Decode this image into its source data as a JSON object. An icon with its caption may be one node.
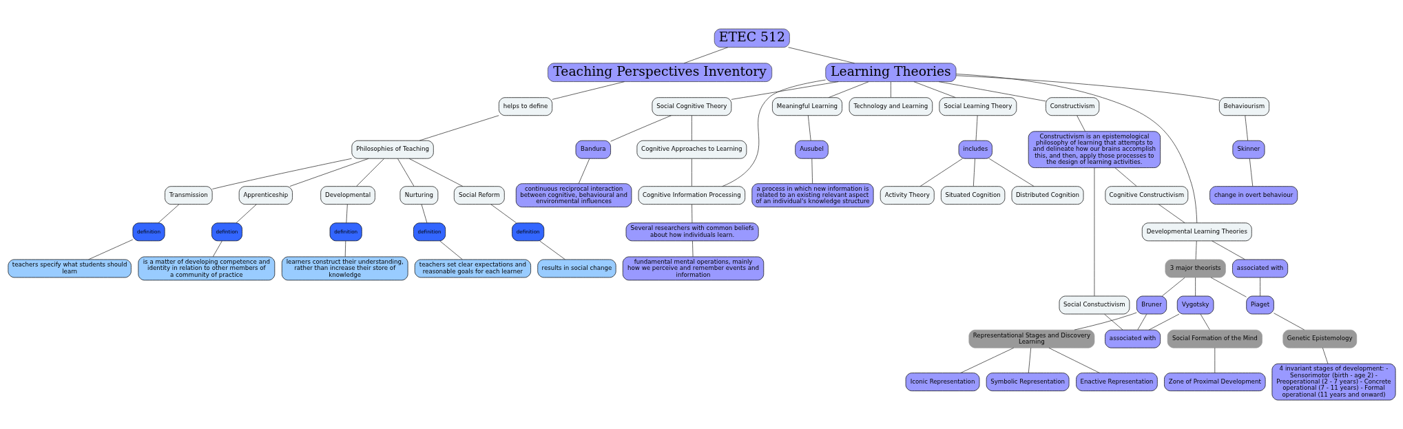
{
  "diagram": {
    "nodes": [
      {
        "text": [
          "ETEC 512"
        ]
      },
      {
        "text": [
          "Teaching Perspectives Inventory"
        ]
      },
      {
        "text": [
          "helps to define"
        ]
      },
      {
        "text": [
          "Philosophies of Teaching"
        ]
      },
      {
        "text": [
          "Transmission"
        ]
      },
      {
        "text": [
          "Apprenticeship"
        ]
      },
      {
        "text": [
          "Developmental"
        ]
      },
      {
        "text": [
          "Nurturing"
        ]
      },
      {
        "text": [
          "Social Reform"
        ]
      },
      {
        "text": [
          "definition"
        ]
      },
      {
        "text": [
          "defintion"
        ]
      },
      {
        "text": [
          "definition"
        ]
      },
      {
        "text": [
          "definition"
        ]
      },
      {
        "text": [
          "definition"
        ]
      },
      {
        "text": [
          "teachers specify what students should learn"
        ]
      },
      {
        "text": [
          "is a matter of developing competence and identity in relation to other members of a community of practice"
        ]
      },
      {
        "text": [
          "learners construct their understanding, rather than increase their store of knowledge"
        ]
      },
      {
        "text": [
          "teachers set clear expectations and reasonable goals for each learner"
        ]
      },
      {
        "text": [
          "results in social change"
        ]
      },
      {
        "text": [
          "Learning Theories"
        ]
      },
      {
        "text": [
          "Behaviourism"
        ]
      },
      {
        "text": [
          "Skinner"
        ]
      },
      {
        "text": [
          "change in overt behaviour"
        ]
      },
      {
        "text": [
          "Social Cognitive Theory"
        ]
      },
      {
        "text": [
          "Bandura"
        ]
      },
      {
        "text": [
          "continuous reciprocal interaction between cognitive, behavioural and environmental influences"
        ]
      },
      {
        "text": [
          "Cognitive Approaches to Learning"
        ]
      },
      {
        "text": [
          "Cognitive Information Processing"
        ]
      },
      {
        "text": [
          "Several researchers with common beliefs about how individuals learn."
        ]
      },
      {
        "text": [
          "fundamental mental operations, mainly how we perceive and remember events and information"
        ]
      },
      {
        "text": [
          "Meaningful Learning"
        ]
      },
      {
        "text": [
          "Ausubel"
        ]
      },
      {
        "text": [
          "a process in which new information is related to an existing relevant aspect of an individual's knowledge structure"
        ]
      },
      {
        "text": [
          "Technology and Learning"
        ]
      },
      {
        "text": [
          "Social Learning Theory"
        ]
      },
      {
        "text": [
          "includes"
        ]
      },
      {
        "text": [
          "Situated Cognition"
        ]
      },
      {
        "text": [
          "Distributed Cognition"
        ]
      },
      {
        "text": [
          "Activity Theory"
        ]
      },
      {
        "text": [
          "Constructivism"
        ]
      },
      {
        "text": [
          "Constructivism is an epistemological philosophy of learning that attempts to and delineate how our brains accomplish this, and then, apply those processes to the design of learning activities."
        ]
      },
      {
        "text": [
          "Cognitive Constructivism"
        ]
      },
      {
        "text": [
          "Social Constuctivism"
        ]
      },
      {
        "text": [
          "Developmental Learning Theories"
        ]
      },
      {
        "text": [
          "associated with"
        ]
      },
      {
        "text": [
          "3 major theorists"
        ]
      },
      {
        "text": [
          "Piaget"
        ]
      },
      {
        "text": [
          "Vygotsky"
        ]
      },
      {
        "text": [
          "Bruner"
        ]
      },
      {
        "text": [
          "associated with"
        ]
      },
      {
        "text": [
          "Genetic Epistemology"
        ]
      },
      {
        "text": [
          "4 invariant stages of development: - Sensorimotor (birth - age 2) - Preoperational (2 - 7 years) - Concrete operational (7 - 11 years) - Formal operational (11 years and onward)"
        ]
      },
      {
        "text": [
          "Social Formation of the Mind"
        ]
      },
      {
        "text": [
          "Zone of Proximal Development"
        ]
      },
      {
        "text": [
          "Representational Stages and Discovery Learning"
        ]
      },
      {
        "text": [
          "Enactive Representation"
        ]
      },
      {
        "text": [
          "Iconic Representation"
        ]
      },
      {
        "text": [
          "Symbolic Representation"
        ]
      }
    ],
    "edges": [
      {
        "from": 0,
        "to": 1,
        "arrow": "none"
      },
      {
        "from": 1,
        "to": 2,
        "arrow": "none"
      },
      {
        "from": 2,
        "to": 3,
        "arrow": "none"
      },
      {
        "from": 3,
        "to": 4,
        "arrow": "none"
      },
      {
        "from": 3,
        "to": 5,
        "arrow": "none"
      },
      {
        "from": 3,
        "to": 6,
        "arrow": "none"
      },
      {
        "from": 3,
        "to": 7,
        "arrow": "none"
      },
      {
        "from": 3,
        "to": 8,
        "arrow": "none"
      },
      {
        "from": 4,
        "to": 9,
        "arrow": "none"
      },
      {
        "from": 9,
        "to": 14,
        "arrow": "none"
      },
      {
        "from": 5,
        "to": 10,
        "arrow": "none"
      },
      {
        "from": 10,
        "to": 15,
        "arrow": "none"
      },
      {
        "from": 6,
        "to": 11,
        "arrow": "none"
      },
      {
        "from": 11,
        "to": 16,
        "arrow": "none"
      },
      {
        "from": 7,
        "to": 12,
        "arrow": "none"
      },
      {
        "from": 12,
        "to": 17,
        "arrow": "none"
      },
      {
        "from": 8,
        "to": 13,
        "arrow": "none"
      },
      {
        "from": 13,
        "to": 18,
        "arrow": "none"
      },
      {
        "from": 0,
        "to": 19,
        "arrow": "none"
      },
      {
        "from": 19,
        "to": 20,
        "arrow": "none"
      },
      {
        "from": 20,
        "to": 21,
        "arrow": "none"
      },
      {
        "from": 21,
        "to": 22,
        "arrow": "none"
      },
      {
        "from": 19,
        "to": 23,
        "arrow": "none"
      },
      {
        "from": 23,
        "to": 24,
        "arrow": "none"
      },
      {
        "from": 24,
        "to": 25,
        "arrow": "none"
      },
      {
        "from": 23,
        "to": 26,
        "arrow": "none"
      },
      {
        "from": 26,
        "to": 27,
        "arrow": "none"
      },
      {
        "from": 19,
        "to": 27,
        "arrow": "none"
      },
      {
        "from": 27,
        "to": 28,
        "arrow": "none"
      },
      {
        "from": 28,
        "to": 29,
        "arrow": "none"
      },
      {
        "from": 19,
        "to": 30,
        "arrow": "none"
      },
      {
        "from": 30,
        "to": 31,
        "arrow": "none"
      },
      {
        "from": 31,
        "to": 32,
        "arrow": "none"
      },
      {
        "from": 19,
        "to": 33,
        "arrow": "none"
      },
      {
        "from": 19,
        "to": 34,
        "arrow": "none"
      },
      {
        "from": 34,
        "to": 35,
        "arrow": "none"
      },
      {
        "from": 35,
        "to": 36,
        "arrow": "none"
      },
      {
        "from": 35,
        "to": 37,
        "arrow": "none"
      },
      {
        "from": 35,
        "to": 38,
        "arrow": "none"
      },
      {
        "from": 19,
        "to": 39,
        "arrow": "none"
      },
      {
        "from": 39,
        "to": 40,
        "arrow": "none"
      },
      {
        "from": 40,
        "to": 41,
        "arrow": "none"
      },
      {
        "from": 40,
        "to": 42,
        "arrow": "none"
      },
      {
        "from": 19,
        "to": 43,
        "arrow": "none"
      },
      {
        "from": 41,
        "to": 43,
        "arrow": "none"
      },
      {
        "from": 43,
        "to": 44,
        "arrow": "none"
      },
      {
        "from": 43,
        "to": 45,
        "arrow": "none"
      },
      {
        "from": 44,
        "to": 46,
        "arrow": "none"
      },
      {
        "from": 45,
        "to": 46,
        "arrow": "none"
      },
      {
        "from": 45,
        "to": 47,
        "arrow": "none"
      },
      {
        "from": 45,
        "to": 48,
        "arrow": "none"
      },
      {
        "from": 47,
        "to": 49,
        "arrow": "none"
      },
      {
        "from": 48,
        "to": 49,
        "arrow": "none"
      },
      {
        "from": 42,
        "to": 49,
        "arrow": "none"
      },
      {
        "from": 46,
        "to": 50,
        "arrow": "none"
      },
      {
        "from": 50,
        "to": 51,
        "arrow": "none"
      },
      {
        "from": 47,
        "to": 52,
        "arrow": "none"
      },
      {
        "from": 52,
        "to": 53,
        "arrow": "none"
      },
      {
        "from": 48,
        "to": 54,
        "arrow": "none"
      },
      {
        "from": 54,
        "to": 55,
        "arrow": "none"
      },
      {
        "from": 54,
        "to": 56,
        "arrow": "none"
      },
      {
        "from": 54,
        "to": 57,
        "arrow": "none"
      }
    ]
  }
}
